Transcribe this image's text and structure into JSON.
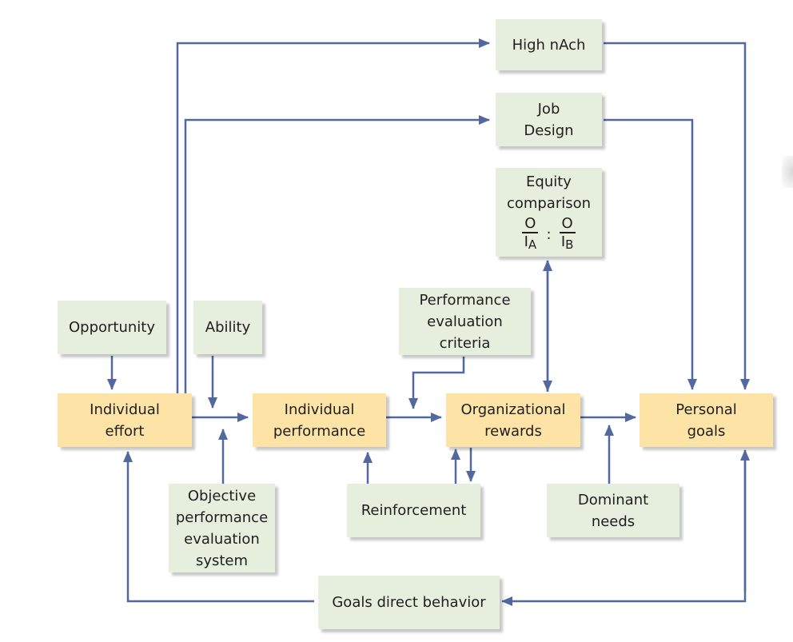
{
  "nodes": {
    "high_nach": "High nAch",
    "job_design_1": "Job",
    "job_design_2": "Design",
    "equity_1": "Equity",
    "equity_2": "comparison",
    "equity_num_a": "O",
    "equity_den_a": "I",
    "equity_sub_a": "A",
    "equity_colon": ":",
    "equity_num_b": "O",
    "equity_den_b": "I",
    "equity_sub_b": "B",
    "opportunity": "Opportunity",
    "ability": "Ability",
    "perf_eval_criteria_1": "Performance",
    "perf_eval_criteria_2": "evaluation",
    "perf_eval_criteria_3": "criteria",
    "individual_effort_1": "Individual",
    "individual_effort_2": "effort",
    "individual_performance_1": "Individual",
    "individual_performance_2": "performance",
    "organizational_rewards_1": "Organizational",
    "organizational_rewards_2": "rewards",
    "personal_goals_1": "Personal",
    "personal_goals_2": "goals",
    "objective_1": "Objective",
    "objective_2": "performance",
    "objective_3": "evaluation",
    "objective_4": "system",
    "reinforcement": "Reinforcement",
    "dominant_needs_1": "Dominant",
    "dominant_needs_2": "needs",
    "goals_direct_behavior": "Goals direct behavior"
  },
  "colors": {
    "arrow": "#52689f",
    "box_gray": "#e6eedd",
    "box_yellow": "#fde3a6"
  }
}
